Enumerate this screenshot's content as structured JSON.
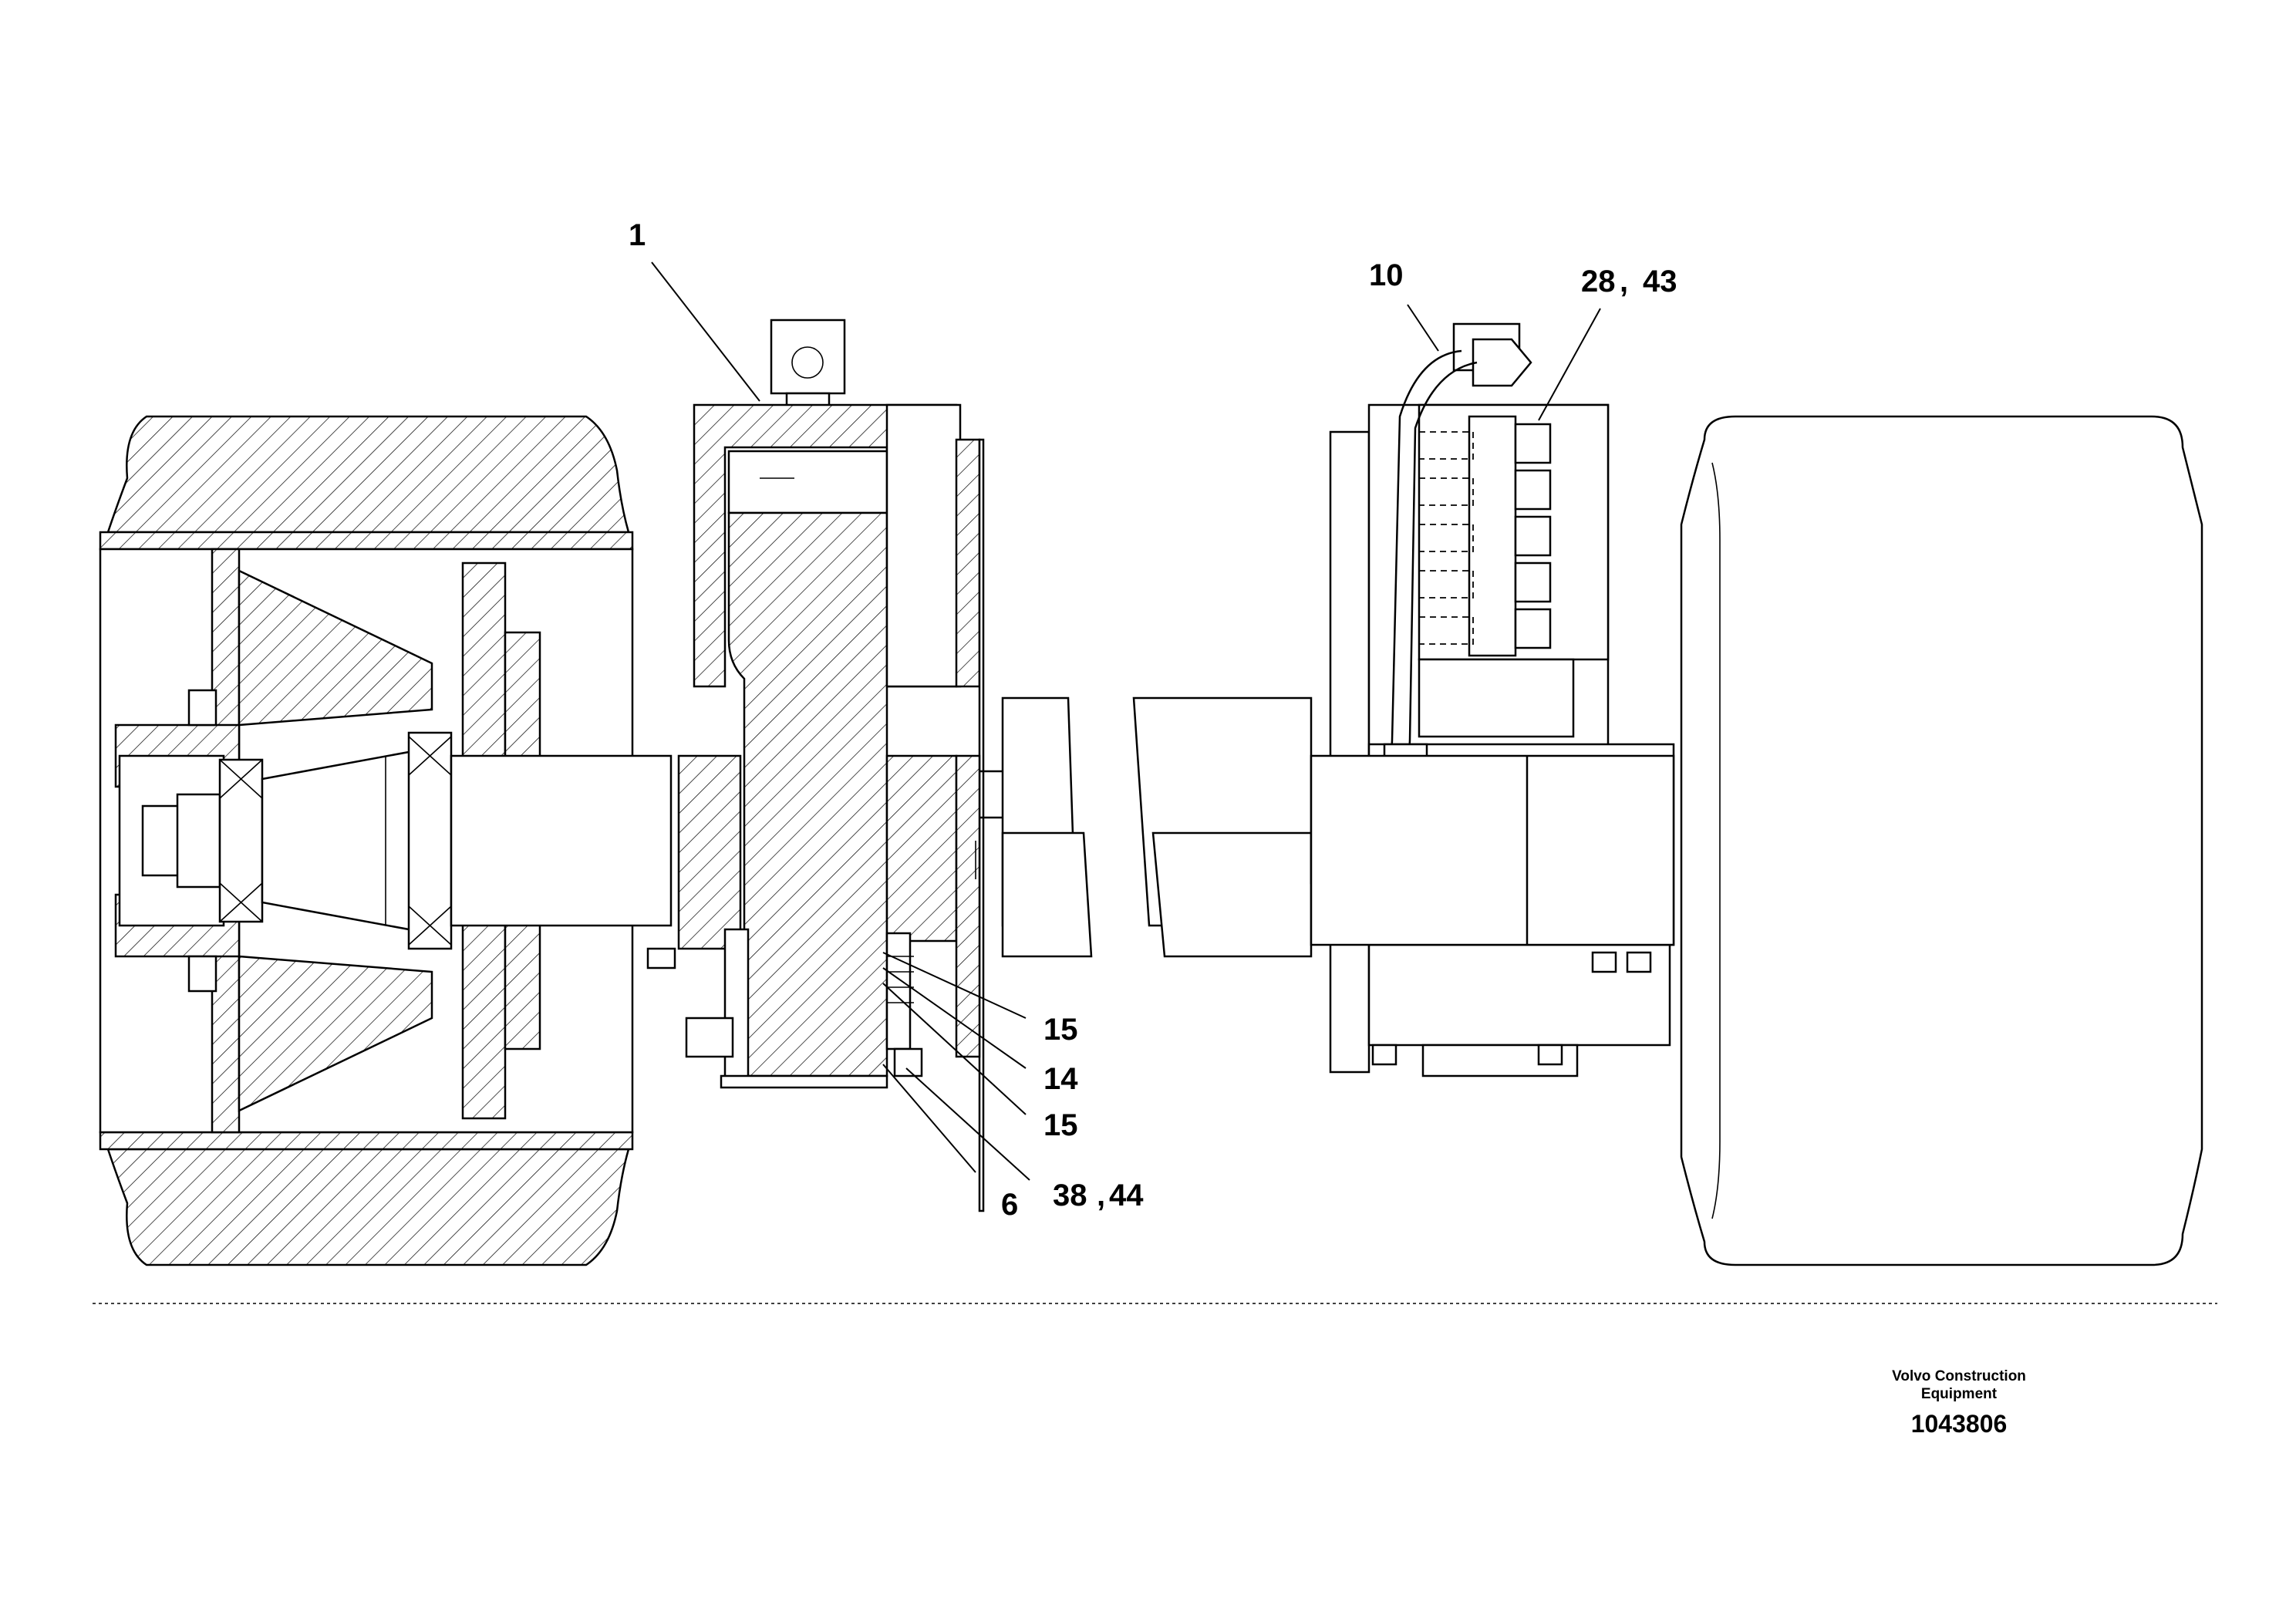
{
  "diagram": {
    "callouts": [
      {
        "id": "c1",
        "text": "1"
      },
      {
        "id": "c10",
        "text": "10"
      },
      {
        "id": "c28",
        "text": "28"
      },
      {
        "id": "c43",
        "text": "43"
      },
      {
        "id": "c15a",
        "text": "15"
      },
      {
        "id": "c14",
        "text": "14"
      },
      {
        "id": "c15b",
        "text": "15"
      },
      {
        "id": "c6",
        "text": "6"
      },
      {
        "id": "c38",
        "text": "38"
      },
      {
        "id": "c44",
        "text": "44"
      }
    ],
    "separator": ","
  },
  "footer": {
    "company_line1": "Volvo Construction",
    "company_line2": "Equipment",
    "part_number": "1043806"
  }
}
